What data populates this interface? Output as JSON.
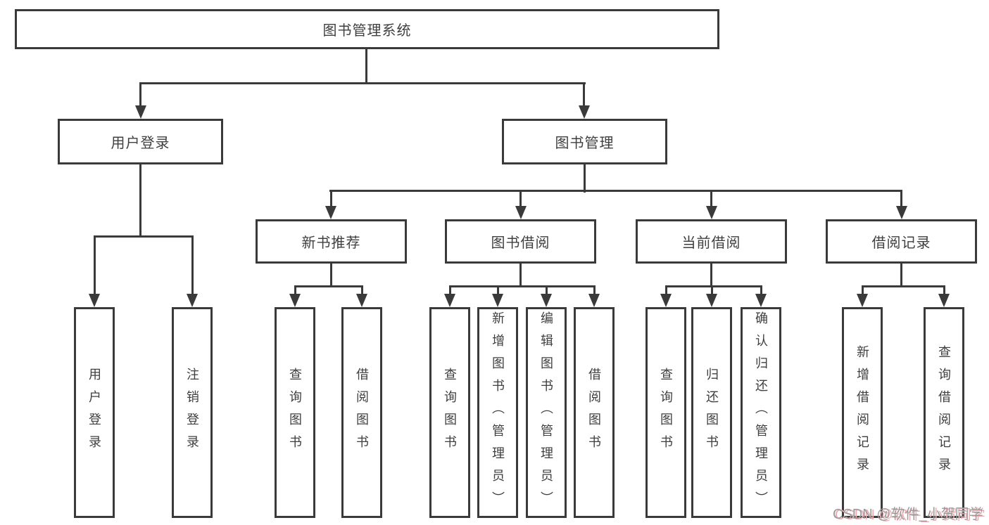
{
  "title": "图书管理系统",
  "colors": {
    "line": "#3a3a3a",
    "text": "#3f3f3f",
    "background": "#ffffff",
    "watermark_text": "#9b9b9b",
    "watermark_shadow": "#f0aab1"
  },
  "tree": {
    "label": "图书管理系统",
    "children": [
      {
        "label": "用户登录",
        "children": [
          {
            "label": "用户登录"
          },
          {
            "label": "注销登录"
          }
        ]
      },
      {
        "label": "图书管理",
        "children": [
          {
            "label": "新书推荐",
            "children": [
              {
                "label": "查询图书"
              },
              {
                "label": "借阅图书"
              }
            ]
          },
          {
            "label": "图书借阅",
            "children": [
              {
                "label": "查询图书"
              },
              {
                "label": "新增图书（管理员）"
              },
              {
                "label": "编辑图书（管理员）"
              },
              {
                "label": "借阅图书"
              }
            ]
          },
          {
            "label": "当前借阅",
            "children": [
              {
                "label": "查询图书"
              },
              {
                "label": "归还图书"
              },
              {
                "label": "确认归还（管理员）"
              }
            ]
          },
          {
            "label": "借阅记录",
            "children": [
              {
                "label": "新增借阅记录"
              },
              {
                "label": "查询借阅记录"
              }
            ]
          }
        ]
      }
    ]
  },
  "watermark": {
    "text": "CSDN @软件_小贺同学"
  }
}
